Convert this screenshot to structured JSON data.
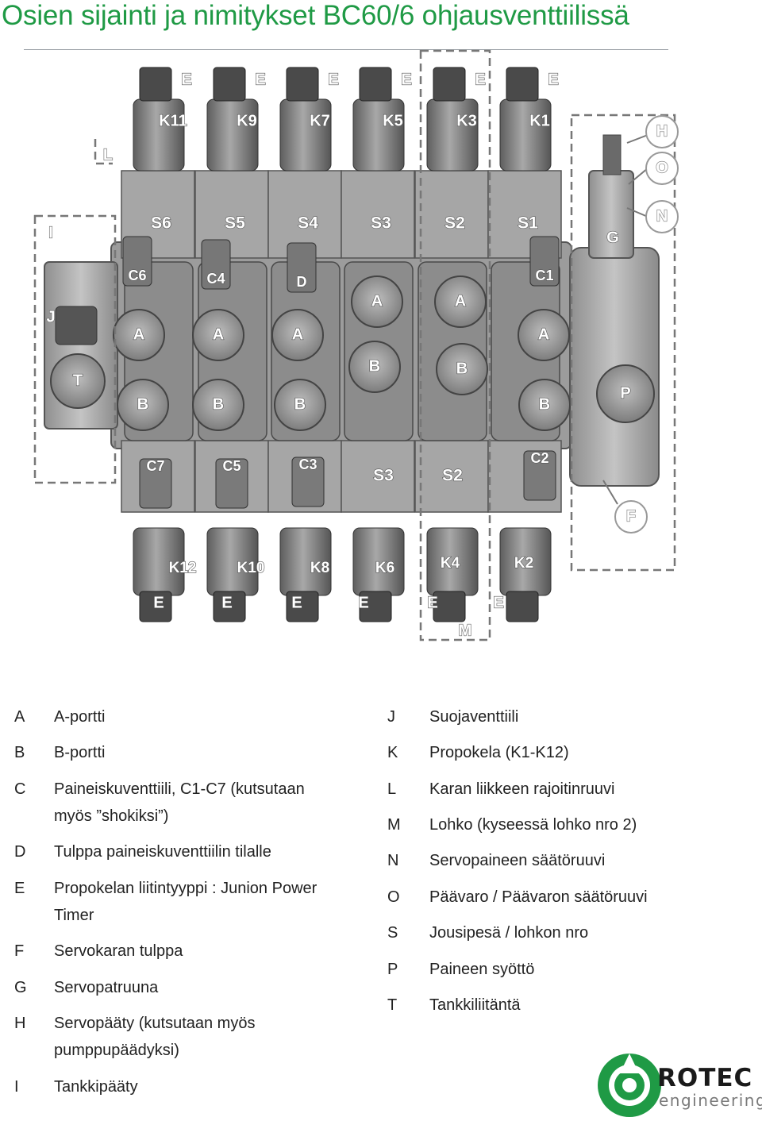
{
  "title": "Osien sijainti ja nimitykset BC60/6 ohjausventtiilissä",
  "colors": {
    "brand_green": "#1f9a45",
    "steel": "#a9a9a9",
    "dark_steel": "#6e6e6e",
    "callout_text": "#ffffff"
  },
  "callouts": {
    "top_connectors": [
      "E",
      "E",
      "E",
      "E",
      "E",
      "E"
    ],
    "top_coils": [
      "K11",
      "K9",
      "K7",
      "K5",
      "K3",
      "K1"
    ],
    "spring_covers_top": [
      "S6",
      "S5",
      "S4",
      "S3",
      "S2",
      "S1"
    ],
    "relief_valves_top": [
      "C6",
      "C4",
      "D",
      "C1"
    ],
    "ports_a": [
      "A",
      "A",
      "A",
      "A",
      "A",
      "A"
    ],
    "ports_b": [
      "B",
      "B",
      "B",
      "B",
      "B",
      "B"
    ],
    "relief_valves_bottom": [
      "C7",
      "C5",
      "C3",
      "C2"
    ],
    "spring_covers_bottom": [
      "S3",
      "S2"
    ],
    "bottom_coils": [
      "K12",
      "K10",
      "K8",
      "K6",
      "K4",
      "K2"
    ],
    "bottom_connectors": [
      "E",
      "E",
      "E",
      "E",
      "E",
      "E"
    ],
    "letters": {
      "L": "L",
      "I": "I",
      "J": "J",
      "T": "T",
      "G": "G",
      "P": "P",
      "H": "H",
      "O": "O",
      "N": "N",
      "F": "F",
      "M": "M"
    }
  },
  "legend_left": [
    {
      "key": "A",
      "text": [
        "A-portti"
      ]
    },
    {
      "key": "B",
      "text": [
        "B-portti"
      ]
    },
    {
      "key": "C",
      "text": [
        "Paineiskuventtiili, C1-C7 (kutsutaan",
        "myös ”shokiksi”)"
      ]
    },
    {
      "key": "D",
      "text": [
        "Tulppa paineiskuventtiilin tilalle"
      ]
    },
    {
      "key": "E",
      "text": [
        "Propokelan liitintyyppi : Junion Power",
        "Timer"
      ]
    },
    {
      "key": "F",
      "text": [
        "Servokaran tulppa"
      ]
    },
    {
      "key": "G",
      "text": [
        "Servopatruuna"
      ]
    },
    {
      "key": "H",
      "text": [
        "Servopääty (kutsutaan myös",
        "pumppupäädyksi)"
      ]
    },
    {
      "key": "I",
      "text": [
        "Tankkipääty"
      ]
    }
  ],
  "legend_right": [
    {
      "key": "J",
      "text": [
        "Suojaventtiili"
      ]
    },
    {
      "key": "K",
      "text": [
        "Propokela (K1-K12)"
      ]
    },
    {
      "key": "L",
      "text": [
        "Karan liikkeen rajoitinruuvi"
      ]
    },
    {
      "key": "M",
      "text": [
        "Lohko (kyseessä lohko nro 2)"
      ]
    },
    {
      "key": "N",
      "text": [
        "Servopaineen säätöruuvi"
      ]
    },
    {
      "key": "O",
      "text": [
        "Päävaro / Päävaron säätöruuvi"
      ]
    },
    {
      "key": "S",
      "text": [
        "Jousipesä / lohkon nro"
      ]
    },
    {
      "key": "P",
      "text": [
        "Paineen syöttö"
      ]
    },
    {
      "key": "T",
      "text": [
        "Tankkiliitäntä"
      ]
    }
  ],
  "logo": {
    "name": "ROTEC",
    "sub": "engineering"
  }
}
